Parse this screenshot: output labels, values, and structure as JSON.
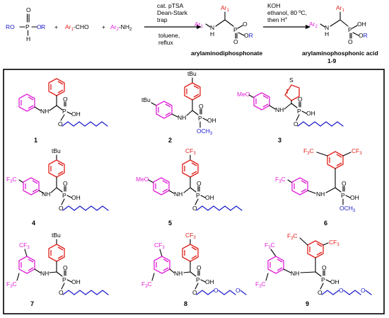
{
  "scheme": {
    "reactant_phosphite": {
      "p": "P",
      "o1": "O",
      "o2": "O",
      "h": "H",
      "r1": "RO",
      "r2": "R"
    },
    "plus1": "+",
    "aldehyde": {
      "ar": "Ar",
      "sub": "1",
      "suffix": "-CHO"
    },
    "plus2": "+",
    "amine": {
      "ar": "Ar",
      "sub": "2",
      "suffix": "-NH",
      "sub2": "2"
    },
    "step1_conditions_above": [
      "cat. pTSA",
      "Dean-Stark",
      "trap"
    ],
    "step1_conditions_below": [
      "toluene,",
      "reflux"
    ],
    "intermediate_label": "arylaminodiphosphonate",
    "step2_conditions": [
      "KOH",
      "ethanol, 80 ºC,",
      "then H"
    ],
    "step2_superscript": "+",
    "product_label": "arylaminophosphonic acid",
    "product_range": "1-9"
  },
  "atoms": {
    "ar1": "Ar",
    "ar1_sub": "1",
    "ar2": "Ar",
    "ar2_sub": "2",
    "nh": "NH",
    "n": "N",
    "h": "H",
    "p": "P",
    "o": "O",
    "or": "OR",
    "oh": "OH",
    "r": "R",
    "tbu": "tBu",
    "cf3": "CF",
    "cf3_sub": "3",
    "f3c": "F",
    "f3c_sub": "3",
    "f3c_c": "C",
    "meo": "MeO",
    "s": "S",
    "och3": "OCH",
    "och3_sub": "3"
  },
  "compounds": [
    "1",
    "2",
    "3",
    "4",
    "5",
    "6",
    "7",
    "8",
    "9"
  ]
}
